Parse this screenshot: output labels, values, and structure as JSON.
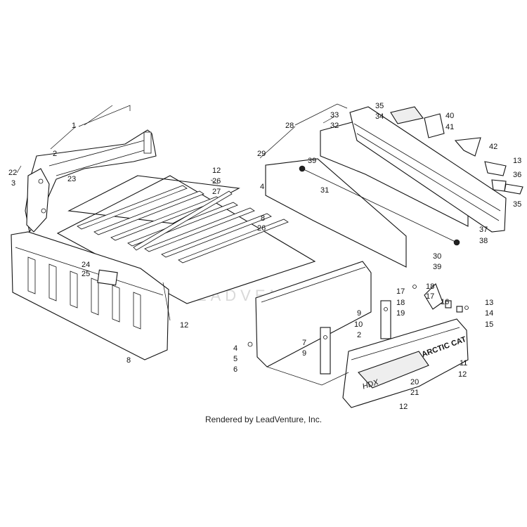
{
  "diagram": {
    "callouts": {
      "c1": "1",
      "c2a": "2",
      "c22": "22",
      "c3": "3",
      "c23": "23",
      "c12a": "12",
      "c26a": "26",
      "c27": "27",
      "c8a": "8",
      "c26b": "26",
      "c24": "24",
      "c25": "25",
      "c12b": "12",
      "c8b": "8",
      "c28": "28",
      "c29": "29",
      "c4a": "4",
      "c39a": "39",
      "c31": "31",
      "c33": "33",
      "c32": "32",
      "c35a": "35",
      "c34": "34",
      "c40": "40",
      "c41": "41",
      "c42": "42",
      "c13a": "13",
      "c36": "36",
      "c35b": "35",
      "c37": "37",
      "c38": "38",
      "c30": "30",
      "c39b": "39",
      "c17a": "17",
      "c18a": "18",
      "c18b": "18",
      "c17b": "17",
      "c16": "16",
      "c19": "19",
      "c13b": "13",
      "c14": "14",
      "c15": "15",
      "c9a": "9",
      "c10": "10",
      "c2b": "2",
      "c7": "7",
      "c9b": "9",
      "c4b": "4",
      "c5": "5",
      "c6": "6",
      "c11": "11",
      "c12c": "12",
      "c20": "20",
      "c21": "21",
      "c12d": "12"
    },
    "brand_logo": "ARCTIC CAT",
    "model_decal": "HDX",
    "watermark": "LEADVENTURE",
    "credit": "Rendered by LeadVenture, Inc."
  }
}
